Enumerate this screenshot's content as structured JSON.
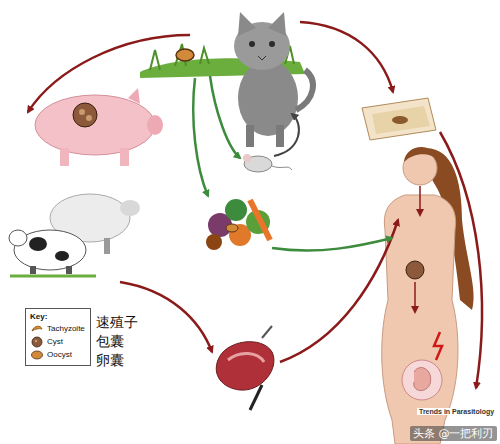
{
  "diagram": {
    "labels": [
      "Key:",
      "速殖子",
      "包囊",
      "卵囊",
      "Trends in Parasitology",
      "头条 @一把利刃"
    ],
    "legend": [
      {
        "text": "Tachyzoite"
      },
      {
        "text": "Cyst"
      },
      {
        "text": "Oocyst"
      }
    ]
  }
}
